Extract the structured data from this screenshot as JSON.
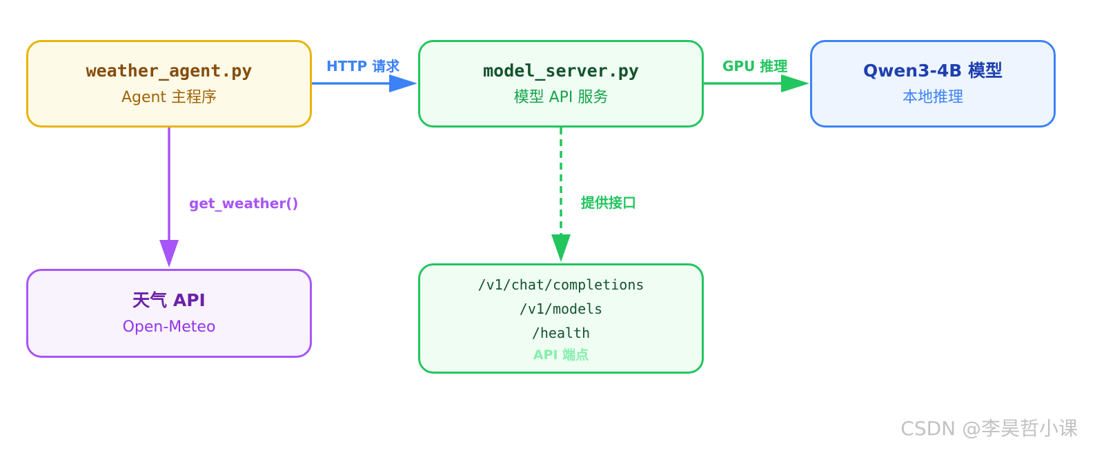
{
  "nodes": {
    "agent": {
      "title": "weather_agent.py",
      "subtitle": "Agent 主程序"
    },
    "server": {
      "title": "model_server.py",
      "subtitle": "模型 API 服务"
    },
    "model": {
      "title": "Qwen3-4B 模型",
      "subtitle": "本地推理"
    },
    "weather_api": {
      "title": "天气 API",
      "subtitle": "Open-Meteo"
    },
    "endpoints": {
      "paths": [
        "/v1/chat/completions",
        "/v1/models",
        "/health"
      ],
      "caption": "API 端点"
    }
  },
  "edges": {
    "http": {
      "label": "HTTP 请求",
      "color": "#3b82f6"
    },
    "gpu": {
      "label": "GPU 推理",
      "color": "#22c55e"
    },
    "get_weather": {
      "label": "get_weather()",
      "color": "#a855f7"
    },
    "provide": {
      "label": "提供接口",
      "color": "#22c55e",
      "style": "dashed"
    }
  },
  "watermark": "CSDN @李昊哲小课"
}
